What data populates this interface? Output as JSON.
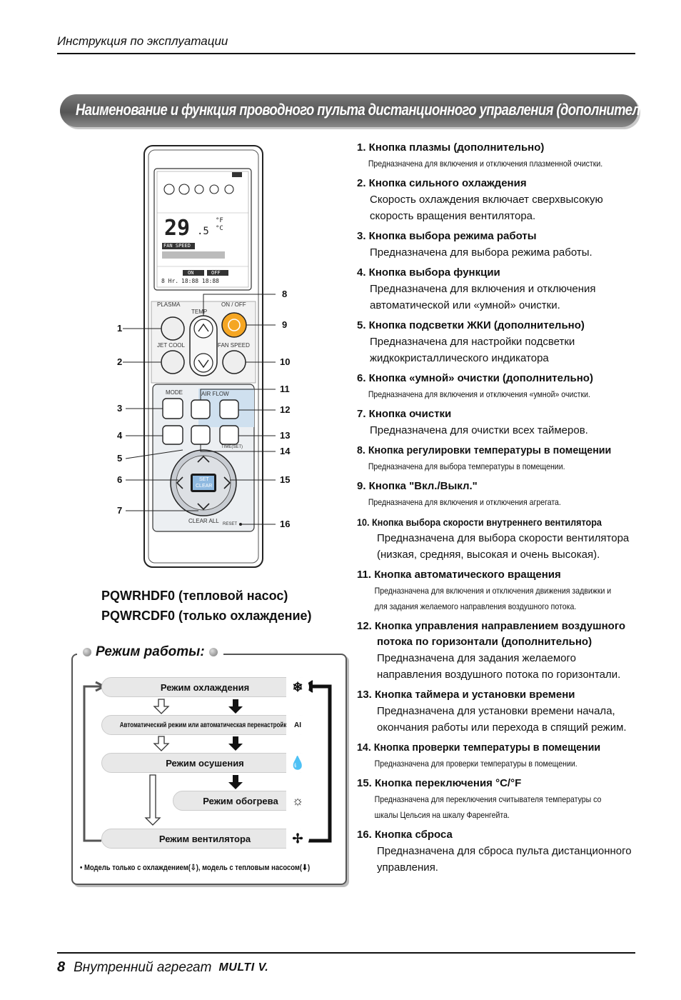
{
  "header": {
    "title": "Инструкция по эксплуатации"
  },
  "banner": {
    "title": "Наименование и функция проводного пульта дистанционного управления (дополнительно)"
  },
  "remote": {
    "lcd": {
      "temp_main": "29",
      "temp_dec": ".5",
      "unit_f": "°F",
      "unit_c": "°C",
      "fan_speed": "FAN SPEED",
      "on": "ON",
      "off": "OFF",
      "hr": "8 Hr.",
      "time": "18:88 18:88"
    },
    "labels": {
      "plasma": "PLASMA",
      "temp": "TEMP",
      "onoff": "ON / OFF",
      "jetcool": "JET COOL",
      "fanspeed": "FAN SPEED",
      "mode": "MODE",
      "airflow": "AIR FLOW",
      "timeset": "TIME(SET)",
      "set": "SET",
      "clear": "CLEAR",
      "clearall": "CLEAR ALL",
      "reset": "RESET"
    },
    "callouts": [
      "1",
      "2",
      "3",
      "4",
      "5",
      "6",
      "7",
      "8",
      "9",
      "10",
      "11",
      "12",
      "13",
      "14",
      "15",
      "16"
    ]
  },
  "models": [
    "PQWRHDF0 (тепловой насос)",
    "PQWRCDF0 (только охлаждение)"
  ],
  "modes": {
    "title": "Режим работы:",
    "items": [
      "Режим охлаждения",
      "Автоматический режим или автоматическая перенастройка",
      "Режим осушения",
      "Режим обогрева",
      "Режим вентилятора"
    ],
    "icons": [
      "snowflake-icon",
      "auto-ai-icon",
      "droplet-icon",
      "sun-icon",
      "fan-icon"
    ],
    "note": "• Модель только с охлаждением(⇩), модель с тепловым насосом(⬇)"
  },
  "items": [
    {
      "title": "1. Кнопка плазмы (дополнительно)",
      "desc": "Предназначена для включения и отключения плазменной очистки.",
      "small": true
    },
    {
      "title": "2. Кнопка сильного охлаждения",
      "desc": "Скорость охлаждения включает сверхвысокую скорость вращения вентилятора.",
      "small": false
    },
    {
      "title": "3. Кнопка выбора режима работы",
      "desc": "Предназначена для выбора режима работы.",
      "small": false
    },
    {
      "title": "4. Кнопка выбора функции",
      "desc": "Предназначена для включения и отключения автоматической или «умной» очистки.",
      "small": false
    },
    {
      "title": "5. Кнопка подсветки ЖКИ (дополнительно)",
      "desc": "Предназначена для настройки подсветки жидкокристаллического индикатора",
      "small": false
    },
    {
      "title": "6. Кнопка «умной» очистки (дополнительно)",
      "desc": "Предназначена для включения и отключения «умной» очистки.",
      "small": true
    },
    {
      "title": "7. Кнопка очистки",
      "desc": "Предназначена для очистки всех таймеров.",
      "small": false
    },
    {
      "title": "8. Кнопка регулировки температуры в помещении",
      "desc": "Предназначена для выбора температуры в помещении.",
      "small": true
    },
    {
      "title": "9. Кнопка \"Вкл./Выкл.\"",
      "desc": "Предназначена для включения и отключения агрегата.",
      "small": true
    },
    {
      "title": "10. Кнопка выбора скорости внутреннего вентилятора",
      "desc": "Предназначена для выбора скорости вентилятора (низкая, средняя, высокая и очень высокая).",
      "small": false
    },
    {
      "title": "11. Кнопка автоматического вращения",
      "desc": "Предназначена для включения и отключения движения задвижки и для задания желаемого направления воздушного потока.",
      "small": true
    },
    {
      "title": "12. Кнопка управления направлением воздушного потока по горизонтали (дополнительно)",
      "desc": "Предназначена для задания желаемого направления воздушного потока по горизонтали.",
      "small": false
    },
    {
      "title": "13. Кнопка таймера и установки времени",
      "desc": "Предназначена для установки времени начала, окончания работы или перехода в спящий режим.",
      "small": false
    },
    {
      "title": "14. Кнопка проверки температуры в помещении",
      "desc": "Предназначена для проверки температуры в помещении.",
      "small": true
    },
    {
      "title": "15. Кнопка переключения °C/°F",
      "desc": "Предназначена для переключения считывателя температуры со шкалы Цельсия на шкалу Фаренгейта.",
      "small": true
    },
    {
      "title": "16. Кнопка сброса",
      "desc": "Предназначена для сброса пульта дистанционного управления.",
      "small": false
    }
  ],
  "footer": {
    "page": "8",
    "label": "Внутренний агрегат",
    "brand": "MULTI V."
  }
}
